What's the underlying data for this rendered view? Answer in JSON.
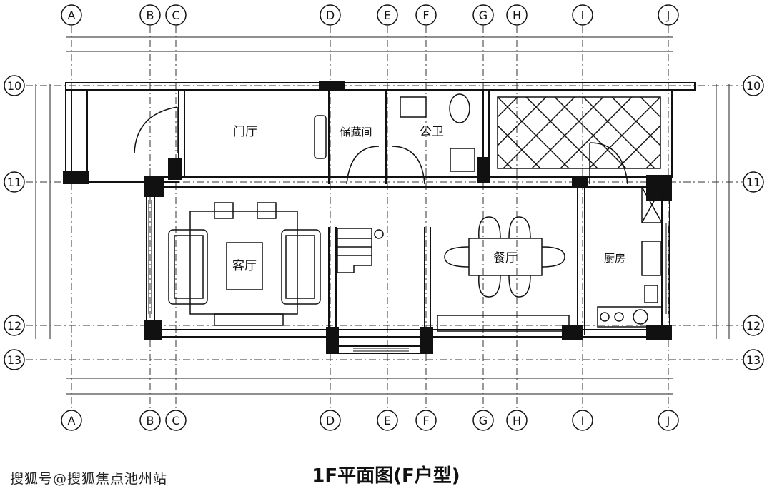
{
  "drawing": {
    "title": "1F平面图(F户型)",
    "watermark": "搜狐号@搜狐焦点池州站"
  },
  "axes": {
    "columns": [
      "A",
      "B",
      "C",
      "D",
      "E",
      "F",
      "G",
      "H",
      "I",
      "J"
    ],
    "rows": [
      "10",
      "11",
      "12",
      "13"
    ]
  },
  "rooms": {
    "foyer": "门厅",
    "storage": "储藏间",
    "bathroom": "公卫",
    "living": "客厅",
    "dining": "餐厅",
    "kitchen": "厨房"
  }
}
